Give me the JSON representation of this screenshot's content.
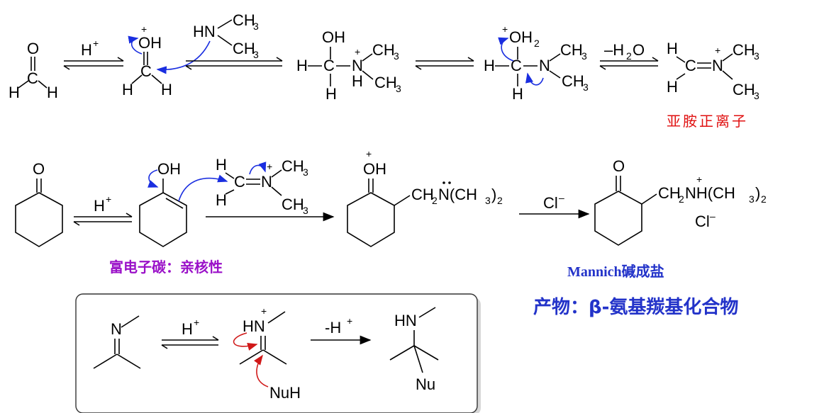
{
  "reagents": {
    "h_plus": "H",
    "plus_sup": "+",
    "minus_h2o": "–H",
    "h2o_sub": "2",
    "h2o_o": "O",
    "cl_minus": "Cl",
    "minus_sup": "–",
    "minus_h_plus": "-H"
  },
  "atoms": {
    "O": "O",
    "OH": "OH",
    "H": "H",
    "C": "C",
    "N": "N",
    "HN": "HN",
    "CH3": "CH",
    "sub3": "3",
    "sub2": "2",
    "plus": "+",
    "Nu": "Nu",
    "NuH": "NuH",
    "CH2N": "CH",
    "NCH3": "N(CH",
    "close2": ")",
    "NH": "NH(CH",
    "Cl": "Cl",
    "OH2": "OH"
  },
  "labels": {
    "iminium_ion": "亚胺正离子",
    "nucleophilic_carbon": "富电子碳：亲核性",
    "mannich_salt": "Mannich碱成盐",
    "product_class": "产物：β-氨基羰基化合物"
  },
  "colors": {
    "curved_arrow_blue": "#1a2ee0",
    "curved_arrow_red": "#d01818",
    "label_red": "#e01010",
    "label_purple": "#9a10c8",
    "label_blue": "#2333c9"
  }
}
